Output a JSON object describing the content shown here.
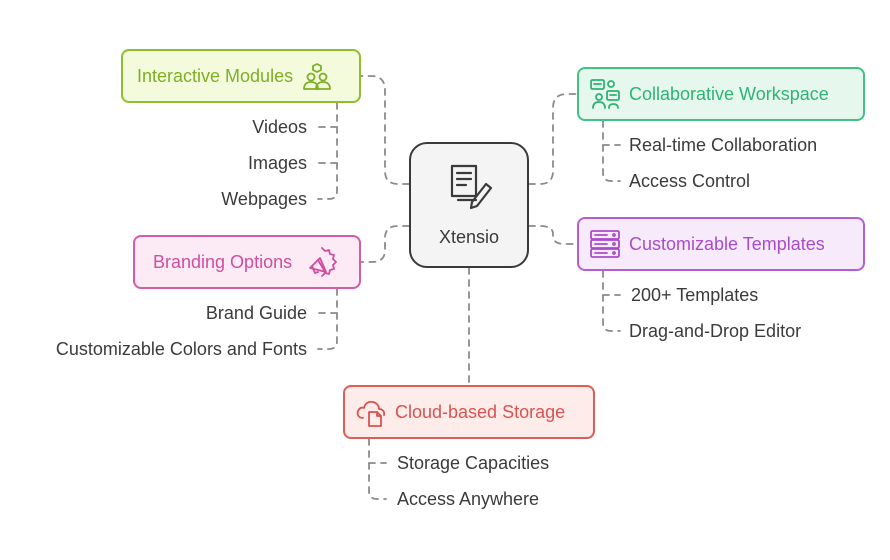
{
  "center": {
    "label": "Xtensio",
    "icon": "document-edit-icon"
  },
  "branches": {
    "interactive": {
      "label": "Interactive Modules",
      "icon": "interaction-people-icon",
      "color": "#8fbf2f",
      "fill": "#f3fbdc",
      "text": "#7fae27",
      "items": [
        "Videos",
        "Images",
        "Webpages"
      ]
    },
    "collab": {
      "label": "Collaborative Workspace",
      "icon": "team-chat-icon",
      "color": "#3fc284",
      "fill": "#e6f8ee",
      "text": "#2fb374",
      "items": [
        "Real-time Collaboration",
        "Access Control"
      ]
    },
    "branding": {
      "label": "Branding Options",
      "icon": "megaphone-badge-icon",
      "color": "#d65aa8",
      "fill": "#fcebf5",
      "text": "#cf4e9f",
      "items": [
        "Brand Guide",
        "Customizable Colors and Fonts"
      ]
    },
    "templates": {
      "label": "Customizable Templates",
      "icon": "template-layers-icon",
      "color": "#b35fd1",
      "fill": "#f6eafb",
      "text": "#a94ccb",
      "items": [
        "200+ Templates",
        "Drag-and-Drop Editor"
      ]
    },
    "storage": {
      "label": "Cloud-based Storage",
      "icon": "cloud-file-icon",
      "color": "#de5d59",
      "fill": "#fdecea",
      "text": "#d9534f",
      "items": [
        "Storage Capacities",
        "Access Anywhere"
      ]
    }
  }
}
